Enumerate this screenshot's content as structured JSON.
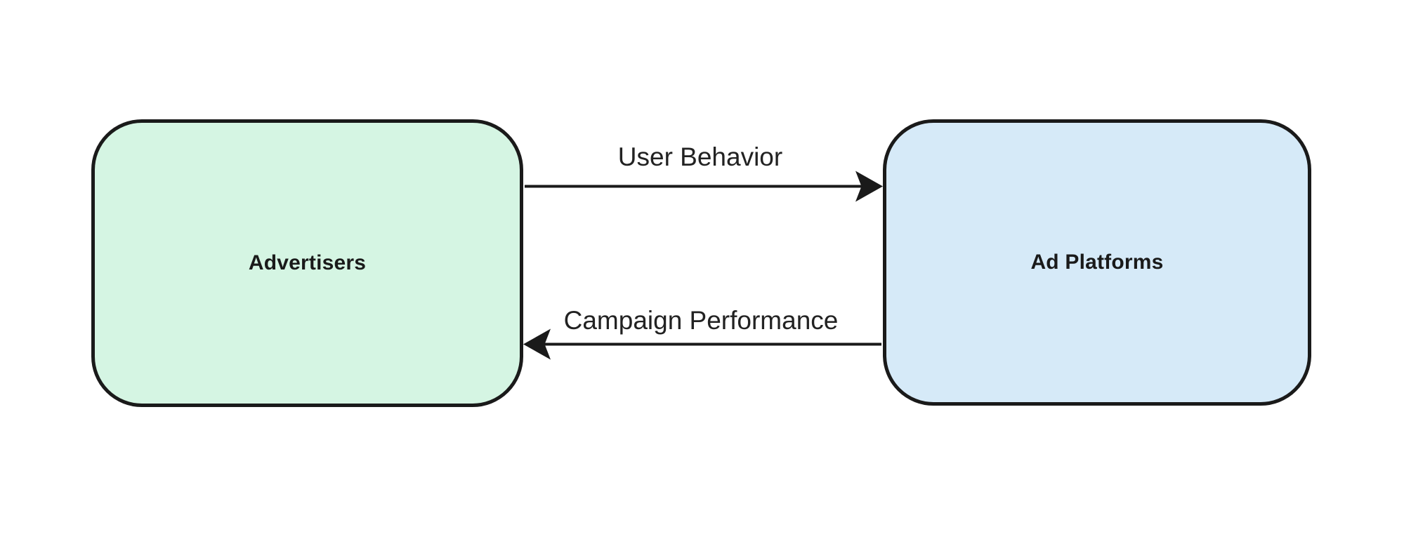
{
  "diagram": {
    "type": "flowchart",
    "background_color": "#ffffff",
    "nodes": [
      {
        "id": "advertisers",
        "label": "Advertisers",
        "fill_color": "#d5f5e3",
        "border_color": "#1a1a1a",
        "text_color": "#1a1a1a"
      },
      {
        "id": "ad_platforms",
        "label": "Ad Platforms",
        "fill_color": "#d6eaf8",
        "border_color": "#1a1a1a",
        "text_color": "#1a1a1a"
      }
    ],
    "edges": [
      {
        "from": "Advertisers",
        "to": "Ad Platforms",
        "label": "User Behavior",
        "direction": "left-to-right",
        "arrow_color": "#1a1a1a"
      },
      {
        "from": "Ad Platforms",
        "to": "Advertisers",
        "label": "Campaign Performance",
        "direction": "right-to-left",
        "arrow_color": "#1a1a1a"
      }
    ]
  }
}
